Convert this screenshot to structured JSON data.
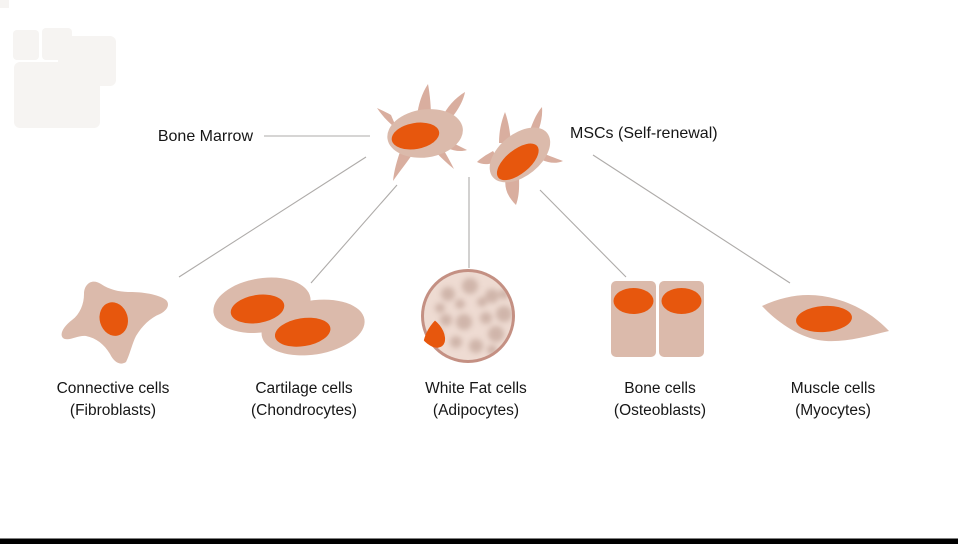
{
  "labels": {
    "source": "Bone Marrow",
    "stem": "MSCs (Self-renewal)"
  },
  "cells": [
    {
      "line1": "Connective cells",
      "line2": "(Fibroblasts)"
    },
    {
      "line1": "Cartilage cells",
      "line2": "(Chondrocytes)"
    },
    {
      "line1": "White Fat cells",
      "line2": "(Adipocytes)"
    },
    {
      "line1": "Bone cells",
      "line2": "(Osteoblasts)"
    },
    {
      "line1": "Muscle cells",
      "line2": "(Myocytes)"
    }
  ],
  "colors": {
    "background": "#ffffff",
    "text": "#161616",
    "connector": "#aeaba9",
    "cell_body": "#dbbaab",
    "spike": "#d9ae9f",
    "nucleus": "#e7570d",
    "adipocyte_fill": "#eedbd2",
    "adipocyte_ring": "#c49083",
    "adipocyte_spot": "#bb9c90",
    "letterbox": "#000000",
    "watermark": "#f6f4f2"
  }
}
